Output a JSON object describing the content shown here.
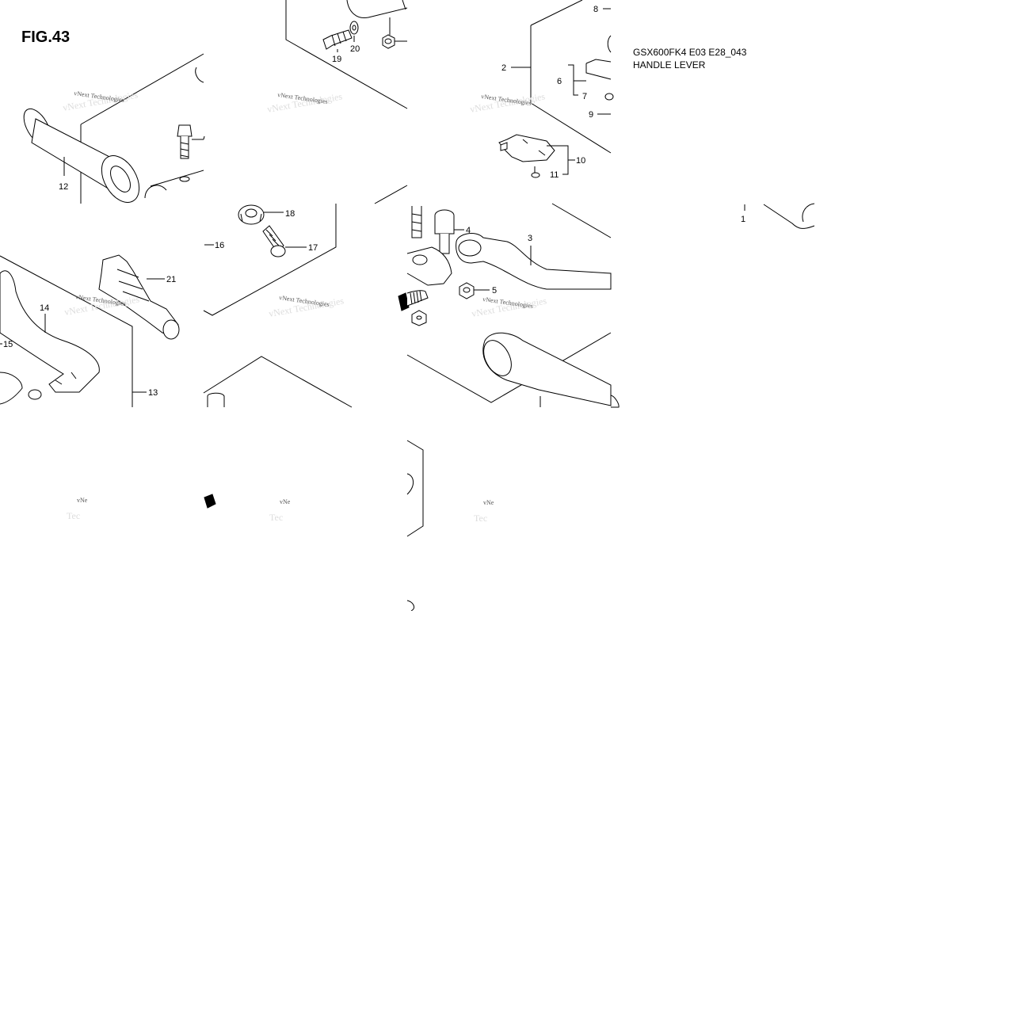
{
  "figure": {
    "title": "FIG.43",
    "model_code": "GSX600FK4 E03 E28_043",
    "section": "HANDLE LEVER"
  },
  "watermark": {
    "line1": "vNext Technologies",
    "line2": "vNext Technologies",
    "fragment": "vNe",
    "fragment2": "Tec"
  },
  "callouts": {
    "p1": "1",
    "p2": "2",
    "p3": "3",
    "p4": "4",
    "p5": "5",
    "p6": "6",
    "p7": "7",
    "p8": "8",
    "p9": "9",
    "p10": "10",
    "p11": "11",
    "p12": "12",
    "p13": "13",
    "p14": "14",
    "p15": "15",
    "p16": "16",
    "p17": "17",
    "p18": "18",
    "p19": "19",
    "p20": "20",
    "p21": "21"
  },
  "colors": {
    "line": "#000000",
    "background": "#ffffff",
    "watermark": "#555555"
  }
}
